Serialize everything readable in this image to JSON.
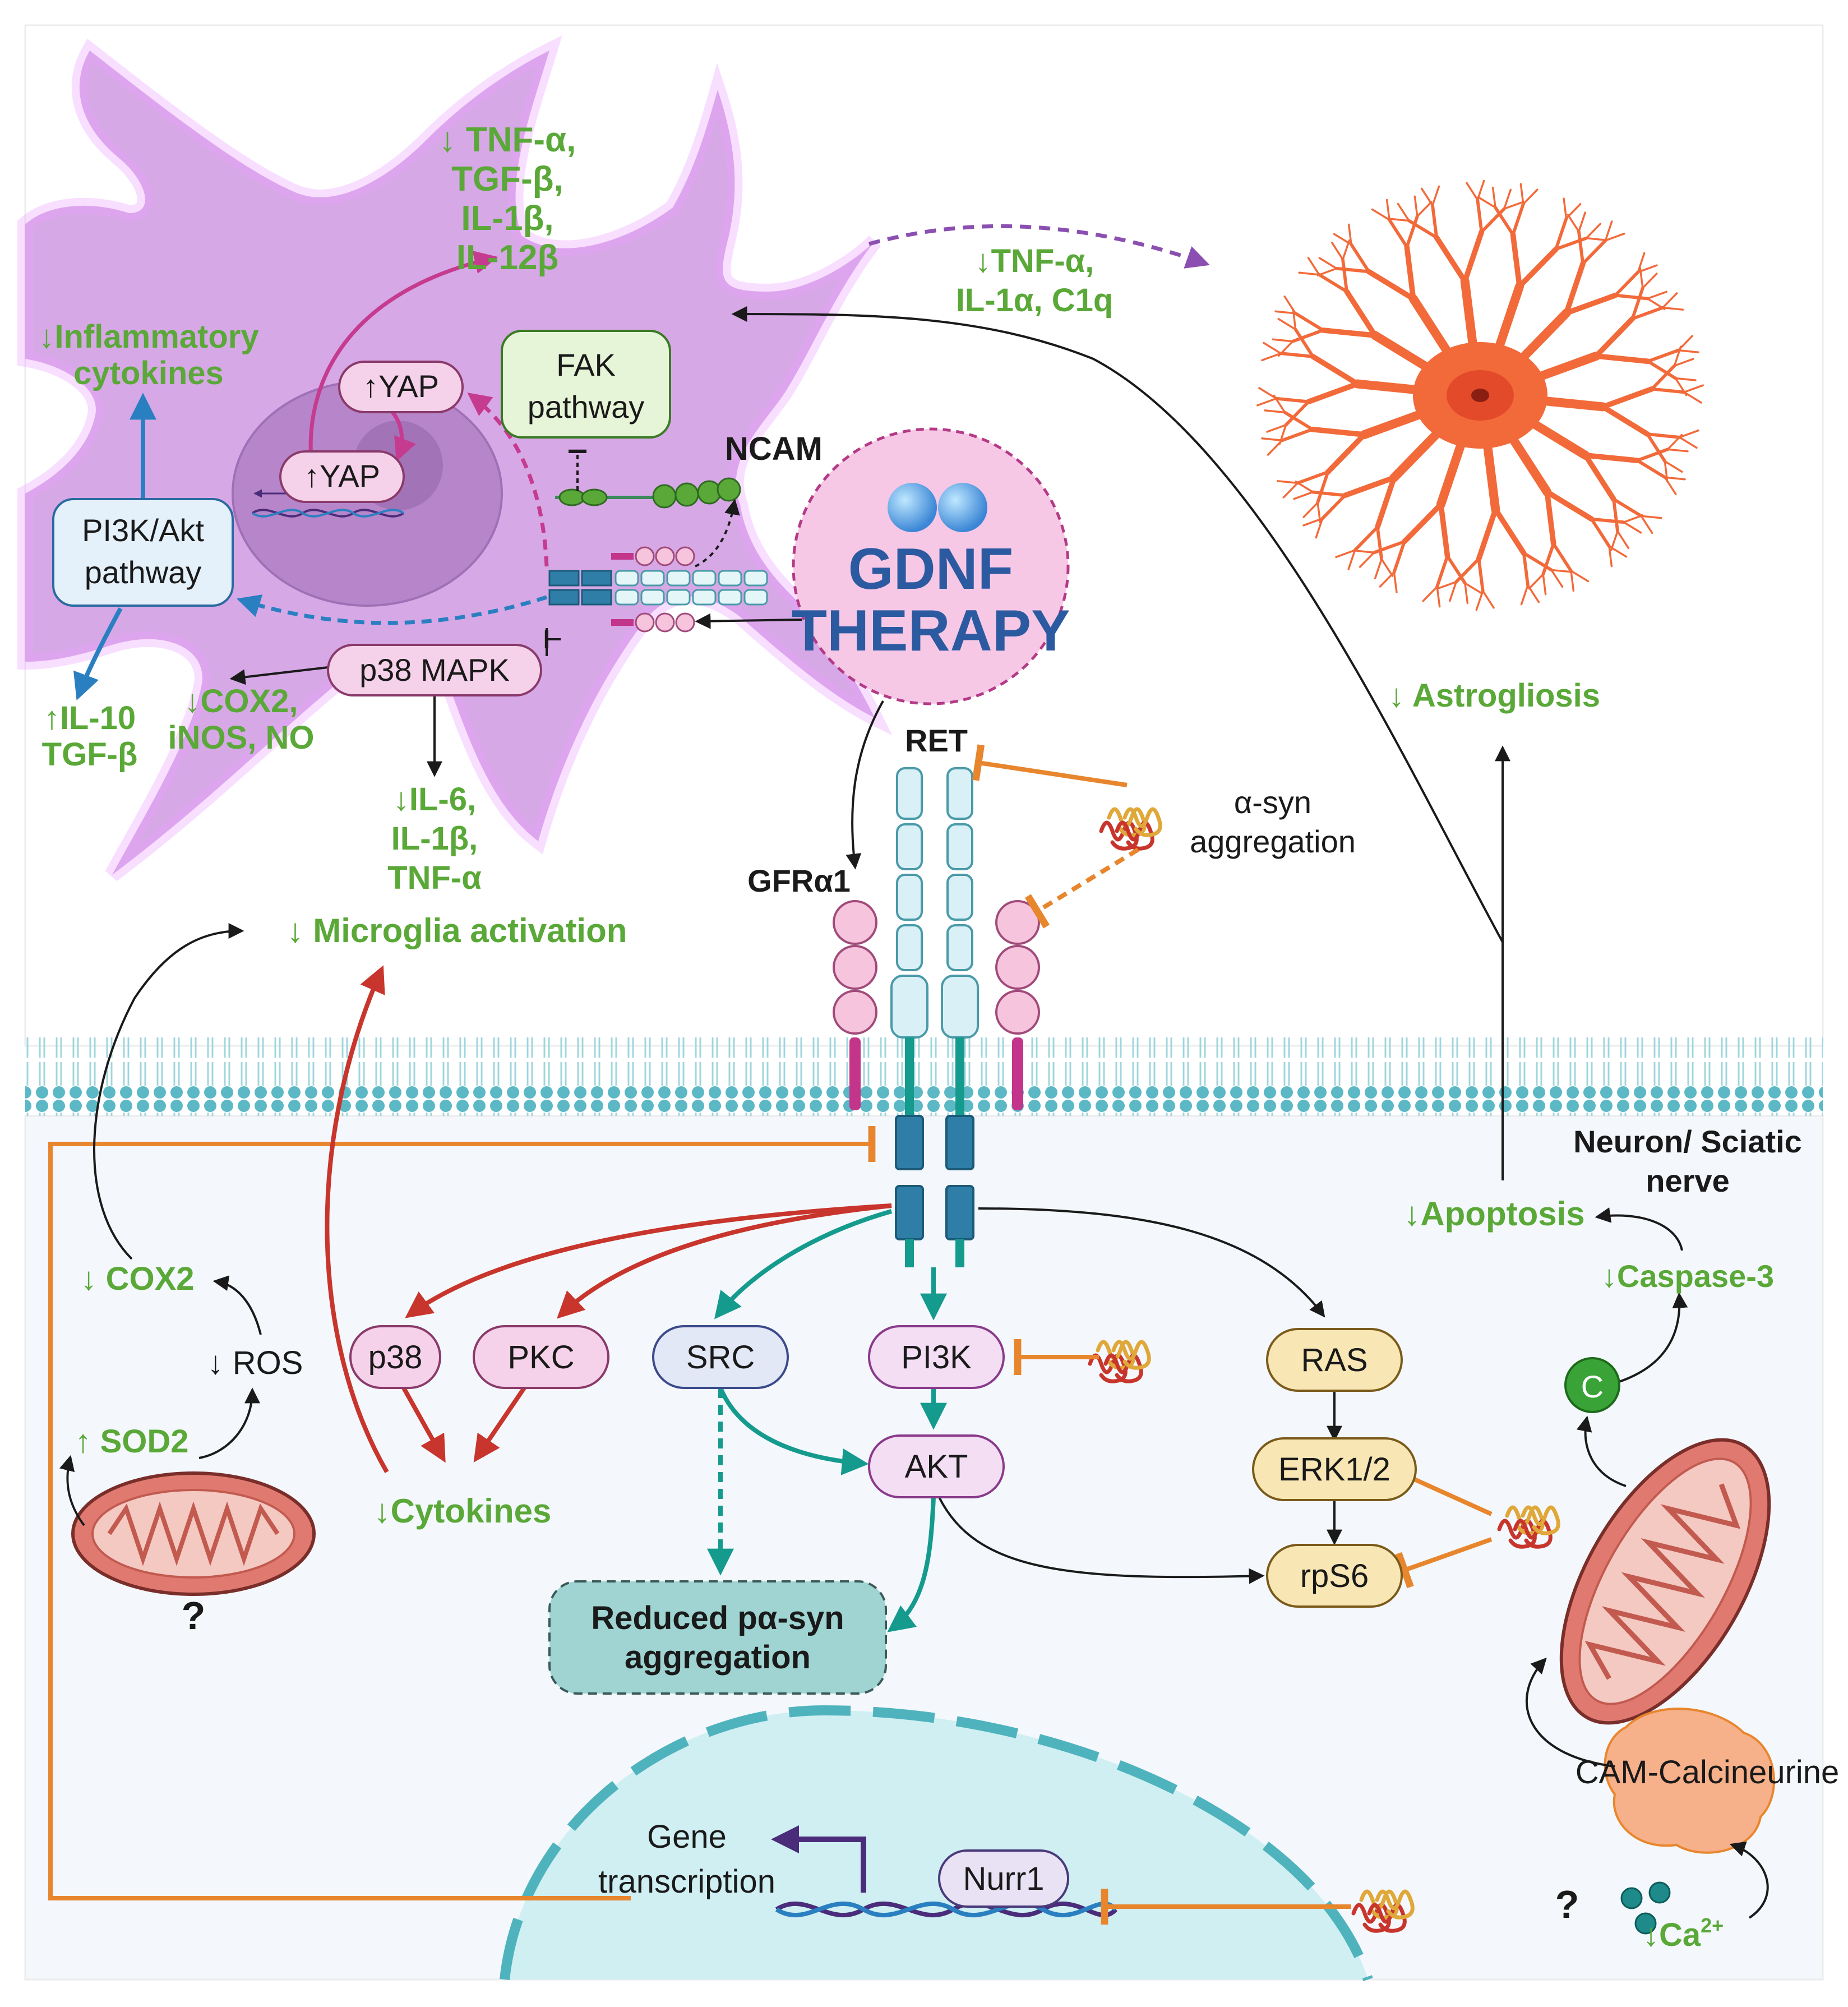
{
  "colors": {
    "microglia": "#d7a8e6",
    "astrocyte": "#f26a3a",
    "green_text": "#5aa838",
    "gdnf_text": "#2c5aa0",
    "inhibit_orange": "#e8862e",
    "teal_arrow": "#159a8e",
    "red_arrow": "#c8352c",
    "membrane": "#5bb8c4",
    "nucleus": "#cfeff2"
  },
  "microglia": {
    "tnf_list": [
      "↓ TNF-α,",
      "TGF-β,",
      "IL-1β,",
      "IL-12β"
    ],
    "inflammatory": [
      "↓Inflammatory",
      "cytokines"
    ],
    "yap_up_1": "↑YAP",
    "yap_up_2": "↑YAP",
    "fak": [
      "FAK",
      "pathway"
    ],
    "pi3k": [
      "PI3K/Akt",
      "pathway"
    ],
    "p38mapk": "p38 MAPK",
    "il10": [
      "↑IL-10",
      "TGF-β"
    ],
    "cox2_inos": [
      "↓COX2,",
      "iNOS, NO"
    ],
    "il6_list": [
      "↓IL-6,",
      "IL-1β,",
      "TNF-α"
    ],
    "microglia_activation": "↓ Microglia activation",
    "ncam": "NCAM"
  },
  "gdnf": {
    "line1": "GDNF",
    "line2": "THERAPY"
  },
  "astro": {
    "signal": [
      "↓TNF-α,",
      "IL-1α, C1q"
    ],
    "astrogliosis": "↓ Astrogliosis"
  },
  "receptor": {
    "ret": "RET",
    "gfra1": "GFRα1",
    "asyn": [
      "α-syn",
      "aggregation"
    ]
  },
  "neuron": {
    "label": [
      "Neuron/ Sciatic",
      "nerve"
    ],
    "apoptosis": "↓Apoptosis",
    "caspase": "↓Caspase-3",
    "c_label": "C",
    "cam": "CAM-Calcineurine",
    "ca": "↓Ca",
    "ca_sup": "2+",
    "question_right": "?",
    "cox2": "↓ COX2",
    "ros": "↓ ROS",
    "sod2": "↑ SOD2",
    "question_left": "?",
    "cytokines": "↓Cytokines",
    "gene": [
      "Gene",
      "transcription"
    ],
    "nurr1": "Nurr1",
    "reduced": [
      "Reduced pα-syn",
      "aggregation"
    ]
  },
  "nodes": {
    "p38": "p38",
    "pkc": "PKC",
    "src": "SRC",
    "pi3k": "PI3K",
    "akt": "AKT",
    "ras": "RAS",
    "erk": "ERK1/2",
    "rps6": "rpS6"
  }
}
